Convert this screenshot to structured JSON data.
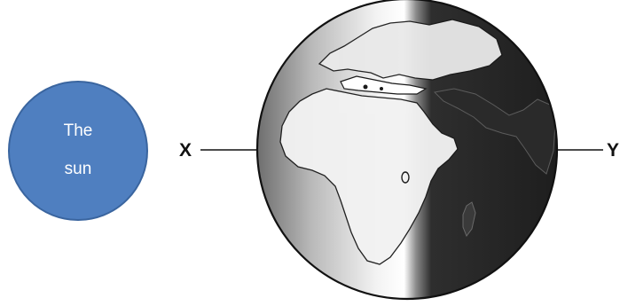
{
  "sun": {
    "line1": "The",
    "line2": "sun",
    "fill_color": "#4f7fc0",
    "stroke_color": "#3a659f"
  },
  "labels": {
    "left": "X",
    "right": "Y"
  },
  "globe": {
    "day_side": "left",
    "night_side": "right"
  }
}
